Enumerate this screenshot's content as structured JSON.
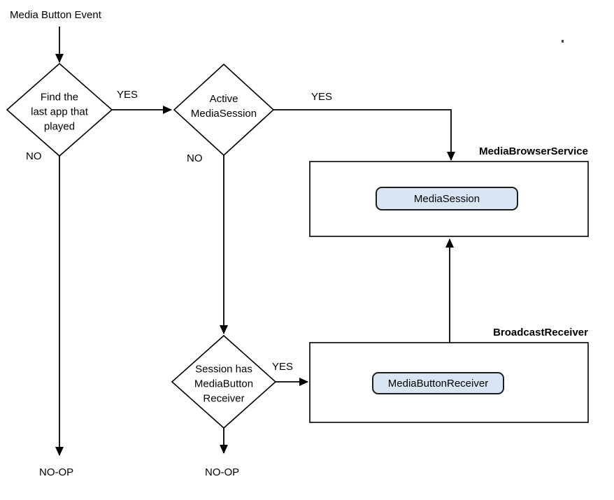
{
  "diagram": {
    "start": {
      "label": "Media Button Event"
    },
    "decisions": [
      {
        "text": "Find the\nlast app that\nplayed",
        "yes_label": "YES",
        "no_label": "NO"
      },
      {
        "text": "Active\nMediaSession",
        "yes_label": "YES",
        "no_label": "NO"
      },
      {
        "text": "Session has\nMediaButton\nReceiver",
        "yes_label": "YES"
      }
    ],
    "terminals": [
      {
        "label": "NO-OP"
      },
      {
        "label": "NO-OP"
      }
    ],
    "containers": [
      {
        "title": "MediaBrowserService",
        "node_label": "MediaSession"
      },
      {
        "title": "BroadcastReceiver",
        "node_label": "MediaButtonReceiver"
      }
    ],
    "colors": {
      "node_fill": "#d9e5f2",
      "node_border": "#1d1d1d",
      "line": "#000000"
    }
  }
}
